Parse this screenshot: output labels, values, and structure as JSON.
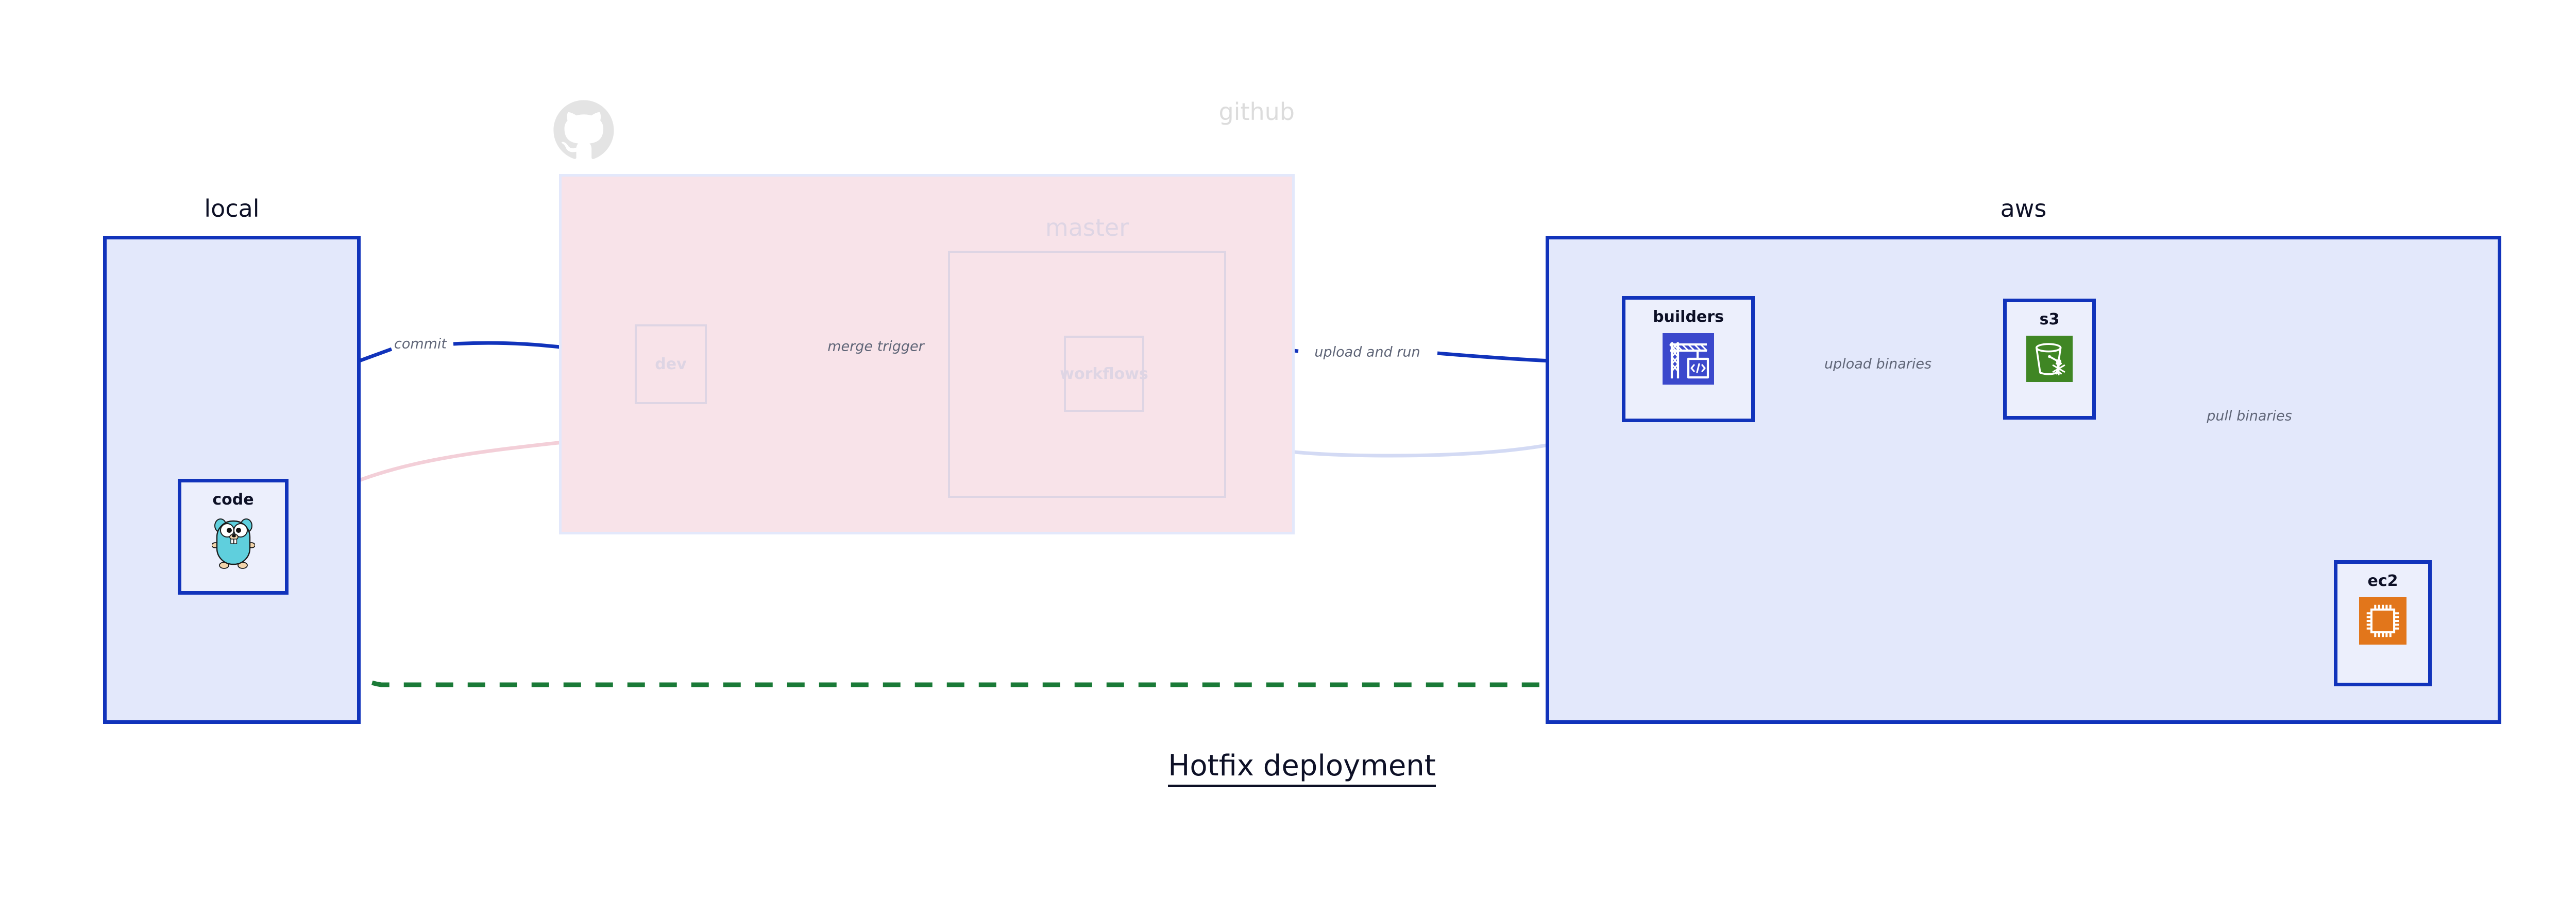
{
  "title": {
    "text": "Hotfix deployment"
  },
  "groups": [
    {
      "id": "local",
      "label": "local",
      "title_align": "center"
    },
    {
      "id": "github",
      "label": "github",
      "title_align": "right"
    },
    {
      "id": "master",
      "label": "master",
      "title_align": "center"
    },
    {
      "id": "aws",
      "label": "aws",
      "title_align": "center"
    }
  ],
  "nodes": [
    {
      "id": "code",
      "label": "code",
      "icon": "go-gopher-icon",
      "group": "local",
      "state": "normal"
    },
    {
      "id": "dev",
      "label": "dev",
      "icon": "none",
      "group": "github",
      "state": "faded"
    },
    {
      "id": "workflows",
      "label": "workflows",
      "icon": "none",
      "group": "master",
      "state": "faded"
    },
    {
      "id": "builders",
      "label": "builders",
      "icon": "aws-codebuild-icon",
      "group": "aws",
      "state": "normal"
    },
    {
      "id": "s3",
      "label": "s3",
      "icon": "aws-s3-bucket-icon",
      "group": "aws",
      "state": "normal"
    },
    {
      "id": "ec2",
      "label": "ec2",
      "icon": "aws-ec2-chip-icon",
      "group": "aws",
      "state": "normal"
    }
  ],
  "edges": [
    {
      "id": "commit",
      "from": "code",
      "to": "dev",
      "label": "commit",
      "style": "solid",
      "color": "#1133bb",
      "state": "normal"
    },
    {
      "id": "merge-trigger",
      "from": "dev",
      "to": "workflows",
      "label": "merge trigger",
      "style": "solid",
      "color": "#1133bb",
      "state": "normal"
    },
    {
      "id": "upload-and-run",
      "from": "workflows",
      "to": "builders",
      "label": "upload and run",
      "style": "solid",
      "color": "#1133bb",
      "state": "normal"
    },
    {
      "id": "upload-binaries",
      "from": "builders",
      "to": "s3",
      "label": "upload binaries",
      "style": "solid",
      "color": "#1133bb",
      "state": "normal"
    },
    {
      "id": "pull-binaries",
      "from": "s3",
      "to": "ec2",
      "label": "pull binaries",
      "style": "solid",
      "color": "#1133bb",
      "state": "normal"
    },
    {
      "id": "deploy-direct",
      "from": "code",
      "to": "ec2",
      "label": "",
      "style": "dashed",
      "color": "#1a7a37",
      "state": "normal"
    },
    {
      "id": "code-to-dev-faded",
      "from": "code",
      "to": "dev",
      "label": "",
      "style": "solid",
      "color": "#f3cfd8",
      "state": "faded"
    },
    {
      "id": "dev-to-workflows-faded",
      "from": "dev",
      "to": "workflows",
      "label": "",
      "style": "solid",
      "color": "#dcd9ec",
      "state": "faded"
    },
    {
      "id": "workflows-to-builders-faded",
      "from": "workflows",
      "to": "builders",
      "label": "",
      "style": "solid",
      "color": "#d3daf4",
      "state": "faded"
    }
  ],
  "icons": {
    "octocat": "github-octocat-icon"
  },
  "colors": {
    "group_border": "#1133bb",
    "group_fill": "#e3e8fb",
    "github_fill": "#f8e3e9",
    "node_fill": "#eceffc",
    "edge_blue": "#1133bb",
    "edge_green": "#1a7a37",
    "label_gray": "#5f6577",
    "text_dark": "#0d1026",
    "faded_gray": "#dcdcdc",
    "codebuild_blue": "#3b48cc",
    "s3_green": "#3f8624",
    "ec2_orange": "#e2761b",
    "gopher_cyan": "#5fcfdd"
  }
}
